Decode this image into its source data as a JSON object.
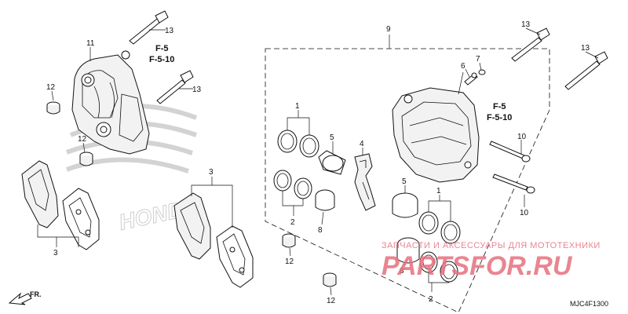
{
  "callouts": {
    "c1a": "1",
    "c1b": "1",
    "c2a": "2",
    "c2b": "2",
    "c3a": "3",
    "c3b": "3",
    "c4": "4",
    "c5a": "5",
    "c5b": "5",
    "c6": "6",
    "c7": "7",
    "c8a": "8",
    "c8b": "8",
    "c9": "9",
    "c10a": "10",
    "c10b": "10",
    "c11": "11",
    "c12a": "12",
    "c12b": "12",
    "c12c": "12",
    "c12d": "12",
    "c13a": "13",
    "c13b": "13",
    "c13c": "13",
    "c13d": "13"
  },
  "refs": {
    "left_a": "F-5",
    "left_b": "F-5-10",
    "right_a": "F-5",
    "right_b": "F-5-10"
  },
  "direction_label": "FR.",
  "diagram_code": "MJC4F1300",
  "background_logo": "HONDA",
  "watermark": {
    "line": "ЗАПЧАСТИ И АКСЕССУАРЫ ДЛЯ МОТОТЕХНИКИ",
    "logo": "PARTSFOR.RU"
  },
  "colors": {
    "line": "#111111",
    "watermark": "#e6707e",
    "background_logo": "#c9c9c9"
  }
}
